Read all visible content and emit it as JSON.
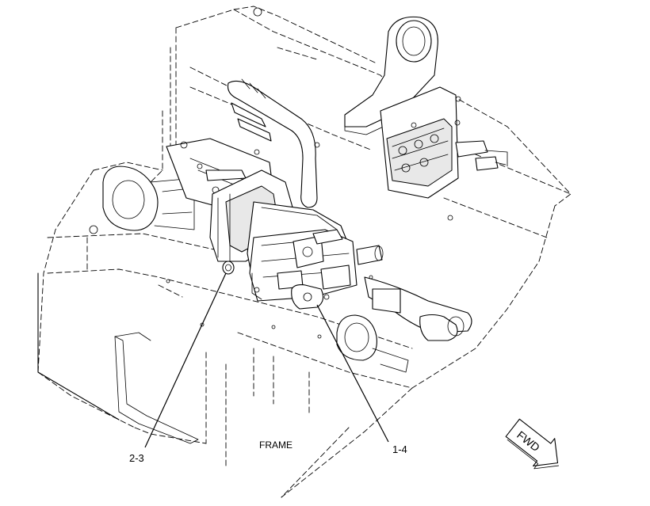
{
  "labels": {
    "frame": "FRAME",
    "callout_left": "2-3",
    "callout_right": "1-4",
    "direction": "FWD"
  }
}
